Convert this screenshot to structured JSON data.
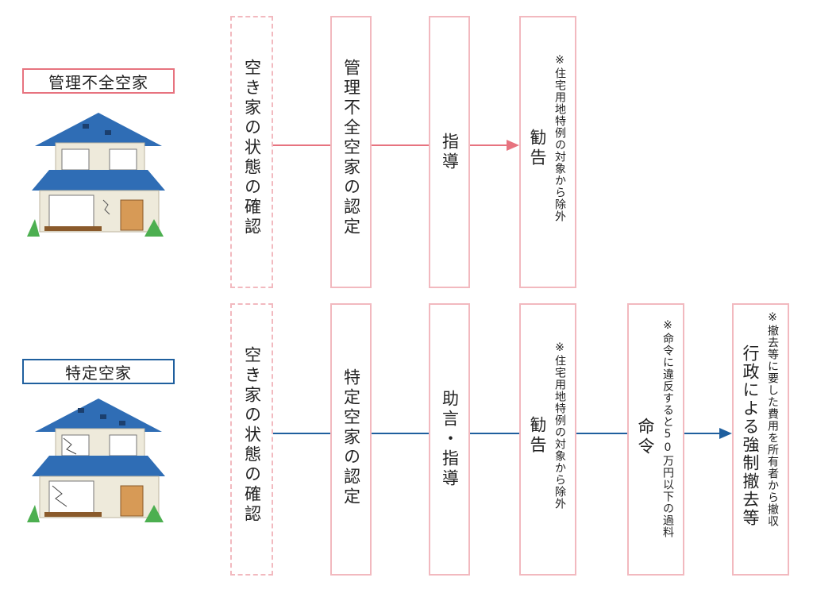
{
  "row1": {
    "label": "管理不全空家",
    "steps": [
      "空き家の状態の確認",
      "管理不全空家の認定",
      "指導"
    ],
    "recommend": {
      "note": "※住宅用地特例の対象から除外",
      "title": "勧告"
    }
  },
  "row2": {
    "label": "特定空家",
    "steps": [
      "空き家の状態の確認",
      "特定空家の認定",
      "助言・指導"
    ],
    "recommend": {
      "note": "※住宅用地特例の対象から除外",
      "title": "勧告"
    },
    "order": {
      "note": "※命令に違反すると50万円以下の過料",
      "title": "命令"
    },
    "enforce": {
      "note": "※撤去等に要した費用を所有者から撤収",
      "title": "行政による強制撤去等"
    }
  },
  "colors": {
    "pink": "#e7737f",
    "blue": "#1f5f9e",
    "box_border": "#f2b9bf"
  }
}
